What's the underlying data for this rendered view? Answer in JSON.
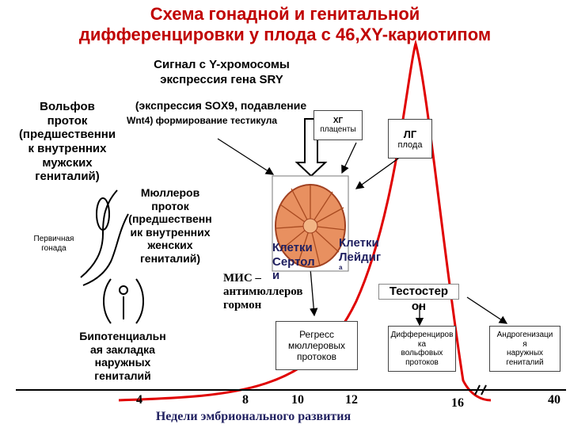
{
  "title": {
    "line1": "Схема гонадной и генитальной",
    "line2": "дифференцировки у плода с 46,XY-кариотипом"
  },
  "signal": {
    "line1": "Сигнал с Y-хромосомы",
    "line2": "экспрессия гена SRY",
    "line3": "(экспрессия SOX9, подавление",
    "line4": "Wnt4) формирование тестикула"
  },
  "wolff": {
    "line1": "Вольфов",
    "line2": "проток",
    "line3": "(предшественни",
    "line4": "к внутренних",
    "line5": "мужских",
    "line6": "гениталий)"
  },
  "primary_gonad": {
    "line1": "Первичная",
    "line2": "гонада"
  },
  "muller": {
    "line1": "Мюллеров",
    "line2": "проток",
    "line3": "(предшественн",
    "line4": "ик внутренних",
    "line5": "женских",
    "line6": "гениталий)"
  },
  "hcg": {
    "line1": "ХГ",
    "line2": "плаценты"
  },
  "lh": {
    "line1": "ЛГ",
    "line2": "плода"
  },
  "sertoli": {
    "line1": "Клетки",
    "line2": "Сертол",
    "line3": "и"
  },
  "leydig": {
    "line1": "Клетки",
    "line2": "Лейдиг",
    "line3": "а"
  },
  "mis": {
    "line1": "МИС –",
    "line2": "антимюллеров",
    "line3": "гормон"
  },
  "testosterone": {
    "line1": "Тестостер",
    "line2": "он"
  },
  "bipotential": {
    "line1": "Бипотенциальн",
    "line2": "ая закладка",
    "line3": "наружных",
    "line4": "гениталий"
  },
  "regress": {
    "line1": "Регресс",
    "line2": "мюллеровых",
    "line3": "протоков"
  },
  "wolff_diff": {
    "line1": "Дифференциров",
    "line2": "ка",
    "line3": "вольфовых",
    "line4": "протоков"
  },
  "androgen": {
    "line1": "Андрогенизаци",
    "line2": "я",
    "line3": "наружных",
    "line4": "гениталий"
  },
  "timeline": {
    "ticks": [
      "4",
      "8",
      "10",
      "12",
      "16",
      "40"
    ],
    "label": "Недели эмбрионального развития"
  },
  "colors": {
    "title": "#c00000",
    "curve": "#e00000",
    "box_fill": "#ffffff",
    "testis_fill": "#e89060"
  },
  "icons": [
    "down-arrow-icon",
    "testis-illustration",
    "gonad-duct-illustration",
    "external-genital-icon",
    "axis-break-icon"
  ]
}
